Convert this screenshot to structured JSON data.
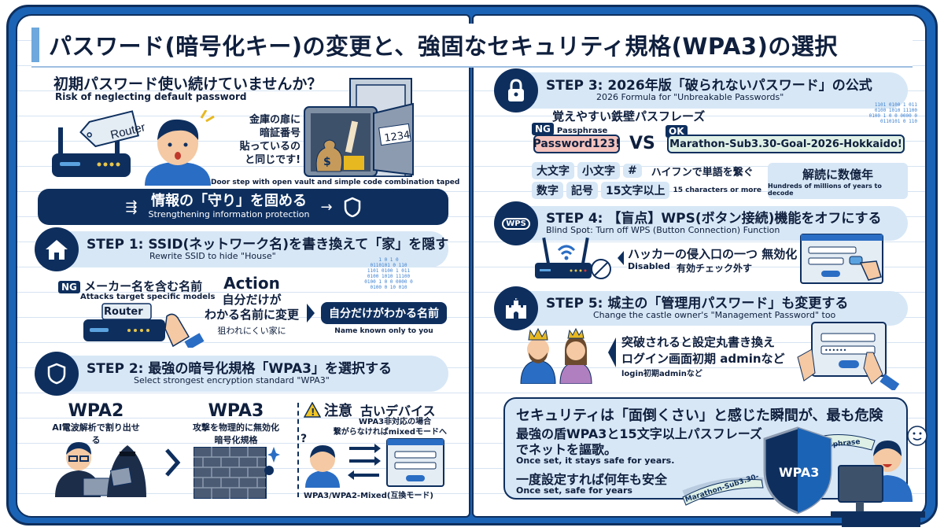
{
  "title": "パスワード(暗号化キー)の変更と、強固なセキュリティ規格(WPA3)の選択",
  "intro": {
    "heading": "初期パスワード使い続けていませんか？",
    "subheading": "Risk of neglecting default password",
    "router_tag": "Router",
    "analogy_lines": [
      "金庫の扉に",
      "暗証番号",
      "貼っているの",
      "と同じです!"
    ],
    "safe_code": "1234",
    "caption": "Door step with open vault and simple code combination taped"
  },
  "banner": {
    "title": "情報の「守り」を固める",
    "subtitle": "Strengthening information protection"
  },
  "step1": {
    "title": "STEP 1: SSID(ネットワーク名)を書き換えて「家」を隠す",
    "subtitle": "Rewrite SSID to hide \"House\"",
    "ng_badge": "NG",
    "ng_text": "メーカー名を含む名前",
    "ng_sub": "Attacks target specific models",
    "router_label": "Router",
    "action_label": "Action",
    "action_lines": [
      "自分だけが",
      "わかる名前に変更"
    ],
    "action_sub": "狙われにくい家に",
    "result_label": "自分だけがわかる名前",
    "result_sub": "Name known only to you",
    "binary": [
      "1 0 1 0",
      "0110101 0 110",
      "1101 0100 1 011",
      "0100 1010 11100",
      "0100 1 0 0 0000 0",
      "0100 0 10 010"
    ]
  },
  "step2": {
    "title": "STEP 2: 最強の暗号化規格「WPA3」を選択する",
    "subtitle": "Select strongest encryption standard \"WPA3\"",
    "wpa2_label": "WPA2",
    "wpa2_desc": "AI電波解析で割り出せる",
    "wpa3_label": "WPA3",
    "wpa3_desc_lines": [
      "攻撃を物理的に無効化",
      "暗号化規格"
    ],
    "caution_label": "注意",
    "caution_title": "古いデバイス",
    "caution_line1": "WPA3非対応の場合",
    "caution_line2": "繋がらなければmixedモードへ",
    "mixed_mode": "WPA3/WPA2-Mixed(互換モード)",
    "question_mark": "?"
  },
  "step3": {
    "title": "STEP 3: 2026年版「破られないパスワード」の公式",
    "subtitle": "2026 Formula for \"Unbreakable Passwords\"",
    "passphrase_heading": "覚えやすい鉄壁パスフレーズ",
    "passphrase_en": "Passphrase",
    "ng_badge": "NG",
    "ng_example": "Password123!",
    "vs": "VS",
    "ok_badge": "OK",
    "ok_example": "Marathon-Sub3.30-Goal-2026-Hokkaido!",
    "chips_row1": [
      "大文字",
      "小文字",
      "#"
    ],
    "hyphen_note": "ハイフンで単語を繋ぐ",
    "chips_row2": [
      "数字",
      "記号",
      "15文字以上"
    ],
    "length_note": "15 characters or more",
    "decode_title": "解読に数億年",
    "decode_sub": "Hundreds of millions of years to decode"
  },
  "step4": {
    "title": "STEP 4: 【盲点】WPS(ボタン接続)機能をオフにする",
    "subtitle": "Blind Spot: Turn off WPS (Button Connection) Function",
    "icon_text": "WPS",
    "line1": "ハッカーの侵入口の一つ 無効化",
    "disabled": "Disabled",
    "line2": "有効チェック外す"
  },
  "step5": {
    "title": "STEP 5: 城主の「管理用パスワード」も変更する",
    "subtitle": "Change the castle owner's \"Management Password\" too",
    "line1": "突破されると設定丸書き換え",
    "line2": "ログイン画面初期 adminなど",
    "line3": "login初期adminなど"
  },
  "summary": {
    "line1": "セキュリティは「面倒くさい」と感じた瞬間が、最も危険",
    "line2": "最強の盾WPA3と15文字以上パスフレーズ",
    "line3": "でネットを謳歌。",
    "line4": "Once set, it stays safe for years.",
    "line5": "一度設定すれば何年も安全",
    "line6": "Once set, safe for years",
    "shield_label": "WPA3",
    "ribbon_left": "Marathon-Sub3.30-",
    "ribbon_right": "Passphrase"
  }
}
